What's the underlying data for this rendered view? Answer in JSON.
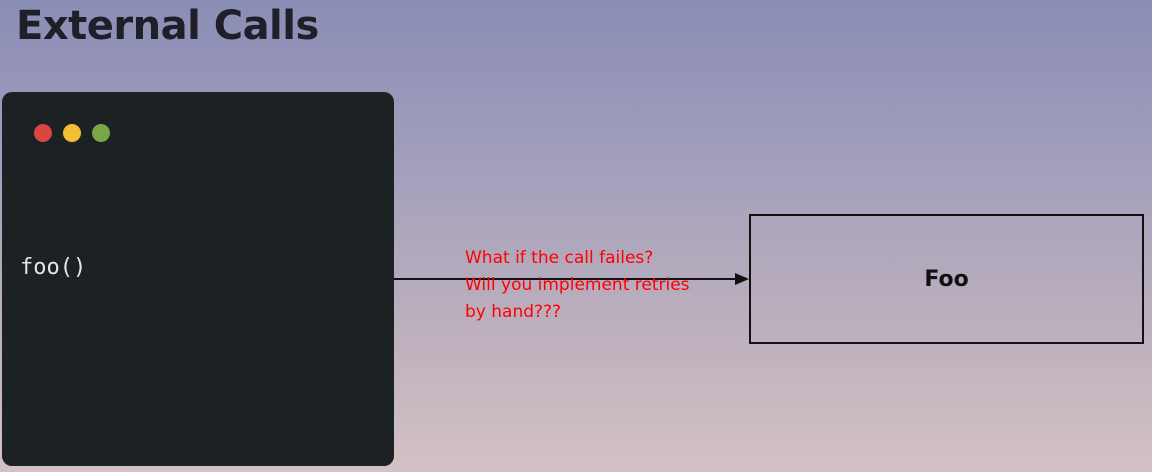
{
  "title": "External Calls",
  "code_window": {
    "dots": [
      "#d9453f",
      "#f2be36",
      "#79a648"
    ],
    "code": "foo()"
  },
  "annotation": {
    "lines": [
      "What if the call failes?",
      "Will you implement retries",
      "by hand???"
    ],
    "color": "#ff0000"
  },
  "target_box": {
    "label": "Foo"
  }
}
